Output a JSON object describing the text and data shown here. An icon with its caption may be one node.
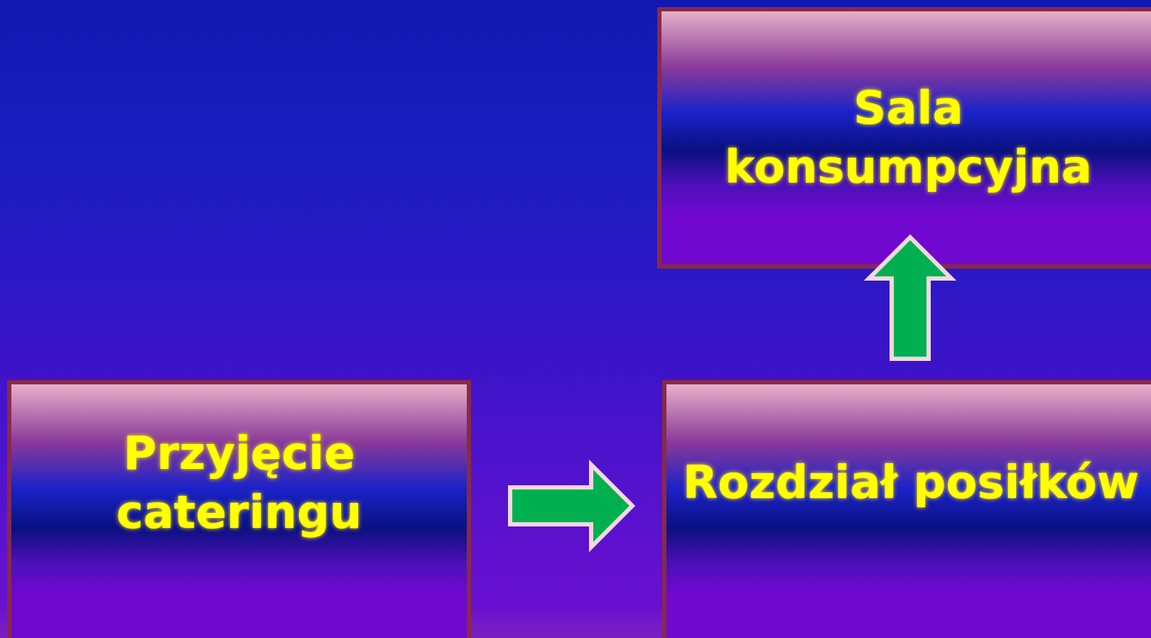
{
  "diagram": {
    "nodes": [
      {
        "text": [
          "Przyjęcie cateringu"
        ]
      },
      {
        "text": [
          "Rozdział posiłków"
        ]
      },
      {
        "text": [
          "Sala konsumpcyjna"
        ]
      }
    ],
    "edges": [
      {
        "from": 0,
        "to": 1,
        "arrow": "to"
      },
      {
        "from": 1,
        "to": 2,
        "arrow": "to"
      }
    ]
  }
}
